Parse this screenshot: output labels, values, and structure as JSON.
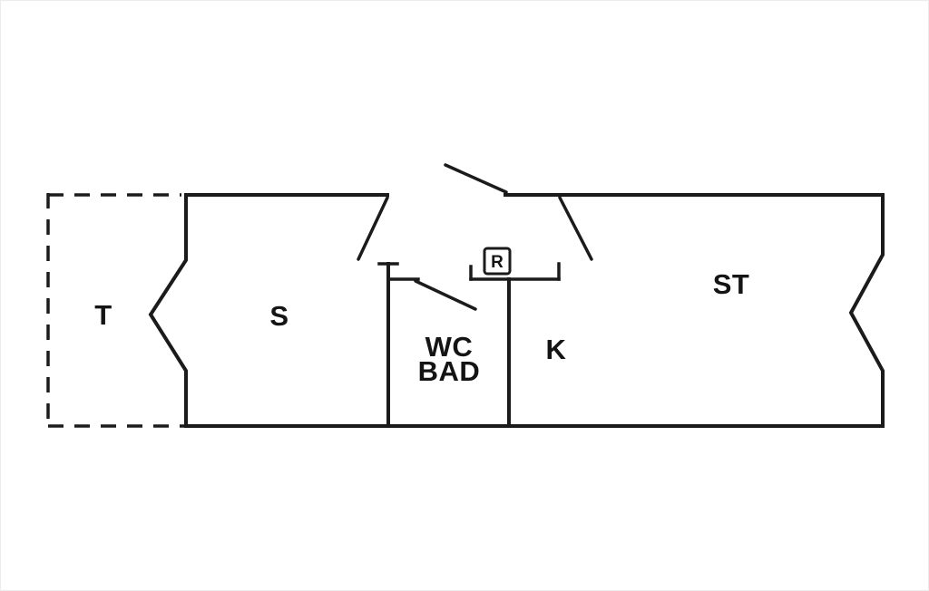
{
  "diagram": {
    "type": "floor-plan",
    "background_color": "#ffffff",
    "line_color": "#1b1b1b",
    "rooms": {
      "terrace": {
        "label": "T"
      },
      "living": {
        "label": "S"
      },
      "bath_line1": {
        "label": "WC"
      },
      "bath_line2": {
        "label": "BAD"
      },
      "kitchen": {
        "label": "K"
      },
      "bedroom": {
        "label": "ST"
      },
      "symbol": {
        "label": "R"
      }
    }
  }
}
